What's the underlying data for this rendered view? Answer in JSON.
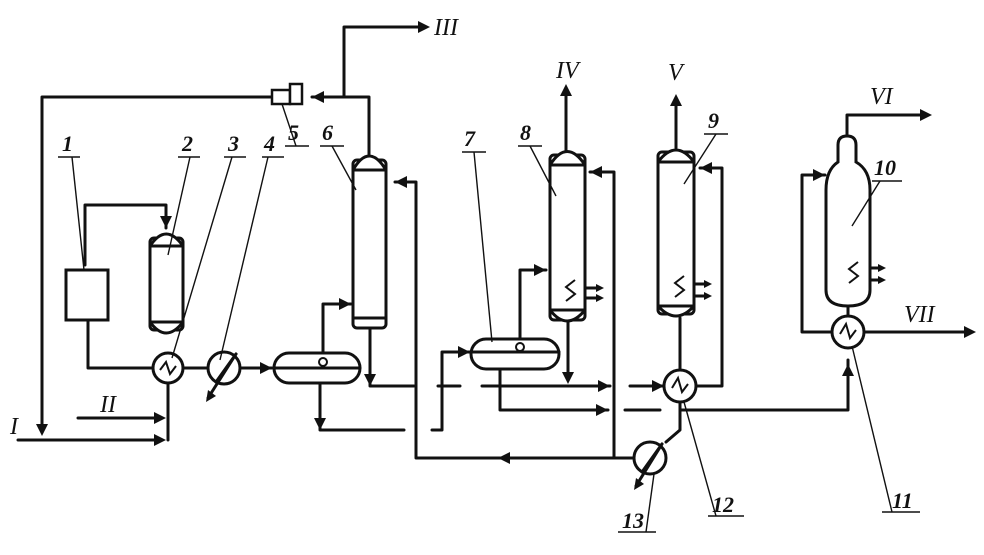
{
  "streams": {
    "I": "I",
    "II": "II",
    "III": "III",
    "IV": "IV",
    "V": "V",
    "VI": "VI",
    "VII": "VII"
  },
  "equipment_numbers": [
    "1",
    "2",
    "3",
    "4",
    "5",
    "6",
    "7",
    "8",
    "9",
    "10",
    "11",
    "12",
    "13"
  ]
}
